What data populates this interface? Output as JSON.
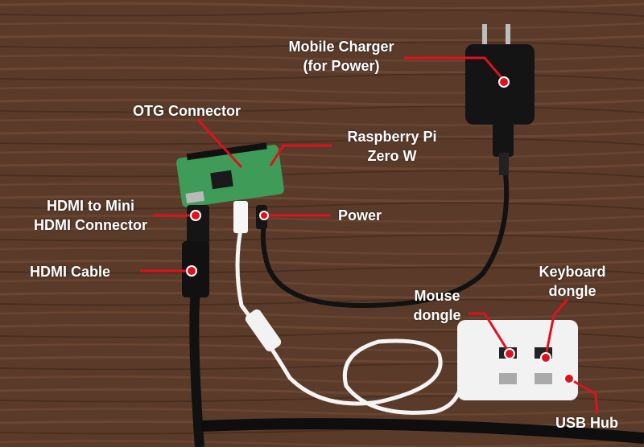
{
  "labels": {
    "mobile_charger_line1": "Mobile Charger",
    "mobile_charger_line2": "(for Power)",
    "otg_connector": "OTG Connector",
    "raspberry_pi_line1": "Raspberry Pi",
    "raspberry_pi_line2": "Zero W",
    "hdmi_mini_line1": "HDMI to Mini",
    "hdmi_mini_line2": "HDMI Connector",
    "power": "Power",
    "hdmi_cable": "HDMI Cable",
    "mouse_dongle_line1": "Mouse",
    "mouse_dongle_line2": "dongle",
    "keyboard_dongle_line1": "Keyboard",
    "keyboard_dongle_line2": "dongle",
    "usb_hub": "USB Hub"
  },
  "colors": {
    "annotation": "#e0101e",
    "label_text": "#ffffff",
    "wood": "#5a3b2a",
    "board": "#3f9b58",
    "charger": "#141414",
    "hub": "#f2f2f2",
    "cable_white": "#f4f4f4",
    "cable_black": "#111111"
  }
}
